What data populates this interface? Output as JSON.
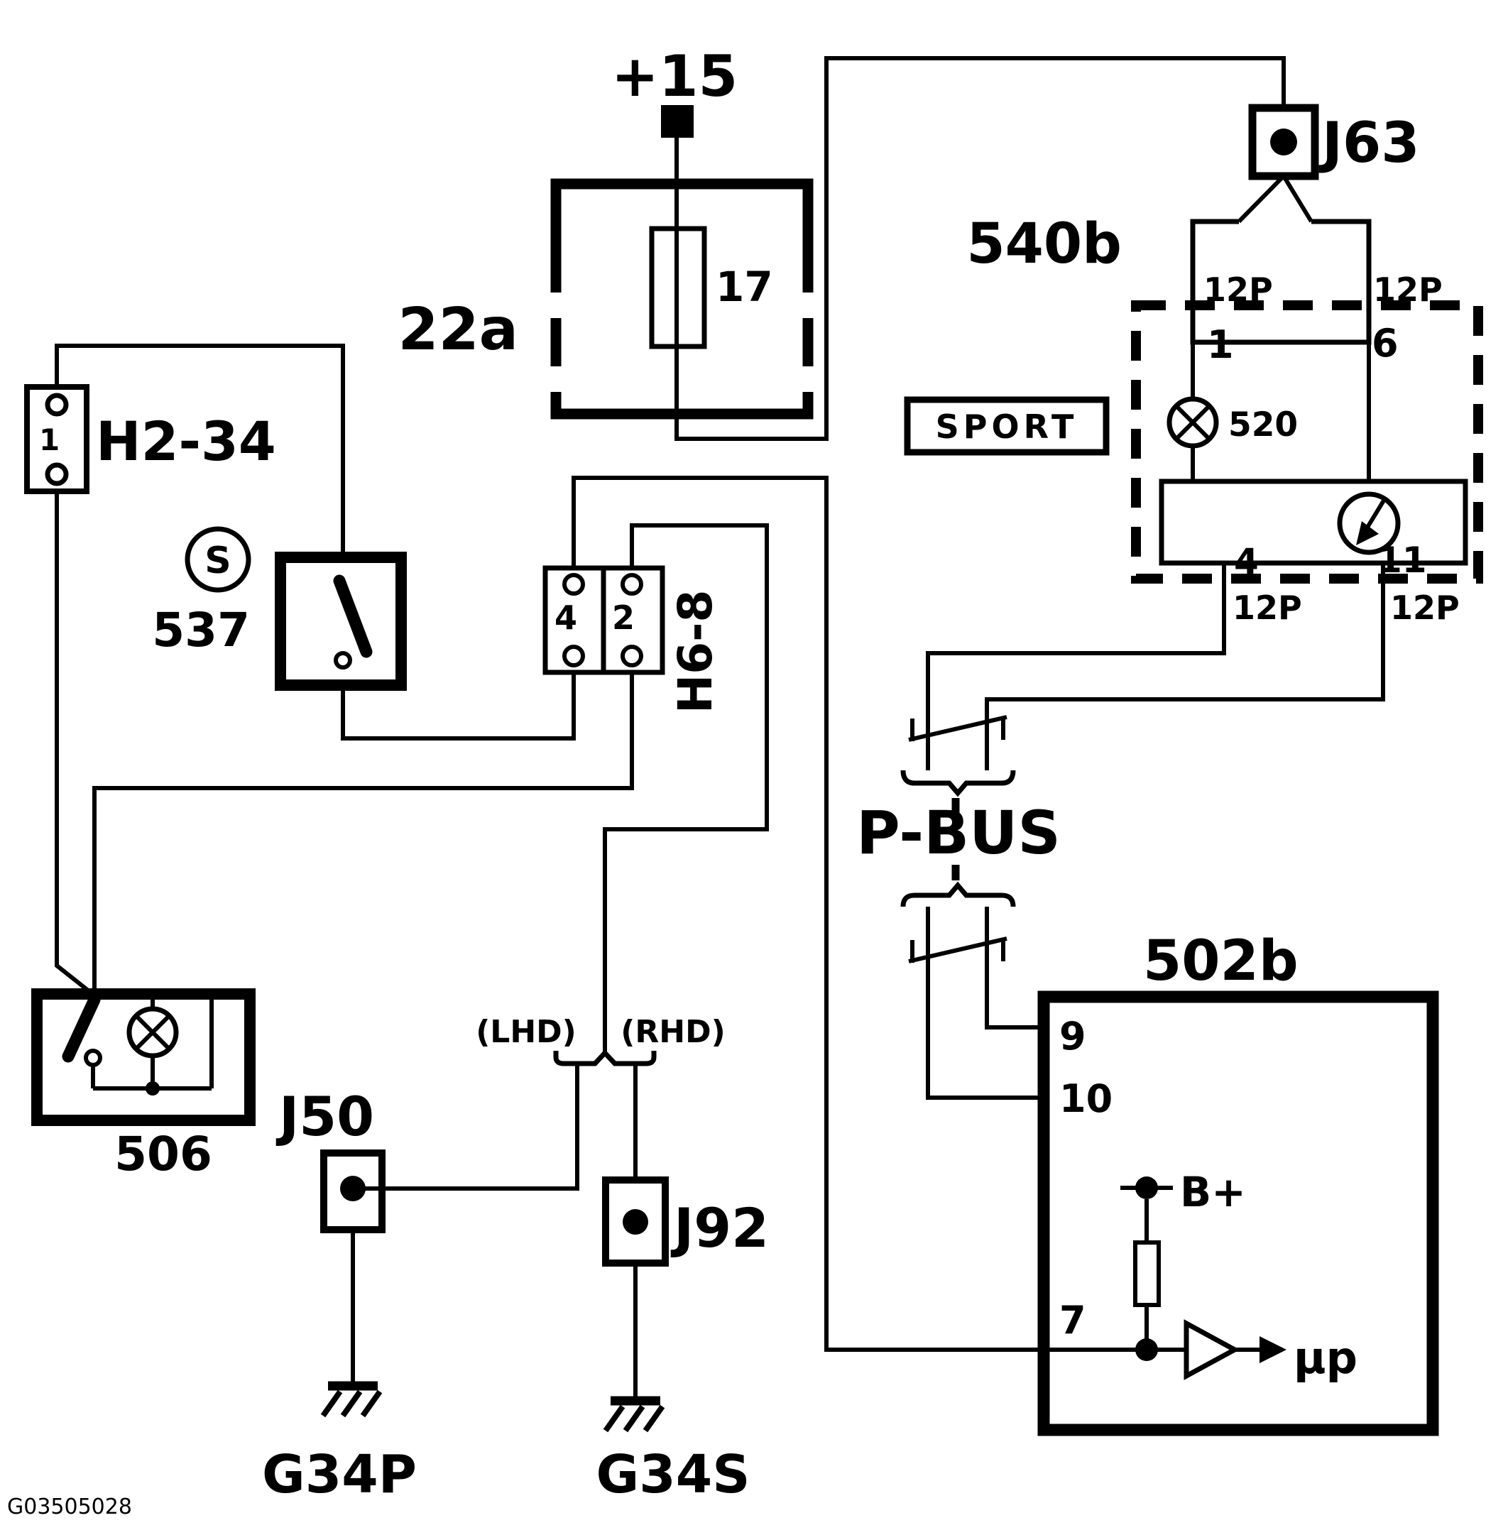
{
  "diagram": {
    "doc_code": "G03505028",
    "power": {
      "terminal_label": "+15"
    },
    "fuse_box_22a": {
      "label": "22a",
      "fuse_number": "17"
    },
    "j63": {
      "label": "J63"
    },
    "ecu_540b": {
      "label": "540b",
      "top_connector": {
        "left_12p": "12P",
        "right_12p": "12P",
        "pin_left": "1",
        "pin_right": "6"
      },
      "lamp_label": "520",
      "sport_label": "SPORT",
      "bottom_connector": {
        "pin_left": "4",
        "pin_right": "11",
        "left_12p": "12P",
        "right_12p": "12P"
      }
    },
    "connector_h2_34": {
      "label": "H2-34",
      "pin": "1"
    },
    "switch_537": {
      "label": "537",
      "sensor_letter": "S"
    },
    "connector_h6_8": {
      "label": "H6-8",
      "pin_left": "4",
      "pin_right": "2"
    },
    "module_506": {
      "label": "506"
    },
    "variant_split": {
      "lhd": "(LHD)",
      "rhd": "(RHD)"
    },
    "j50": {
      "label": "J50"
    },
    "j92": {
      "label": "J92"
    },
    "ground_g34p": {
      "label": "G34P"
    },
    "ground_g34s": {
      "label": "G34S"
    },
    "p_bus": {
      "label": "P-BUS"
    },
    "ecu_502b": {
      "label": "502b",
      "pin9": "9",
      "pin10": "10",
      "pin7": "7",
      "b_plus": "B+",
      "micro": "μp"
    }
  }
}
